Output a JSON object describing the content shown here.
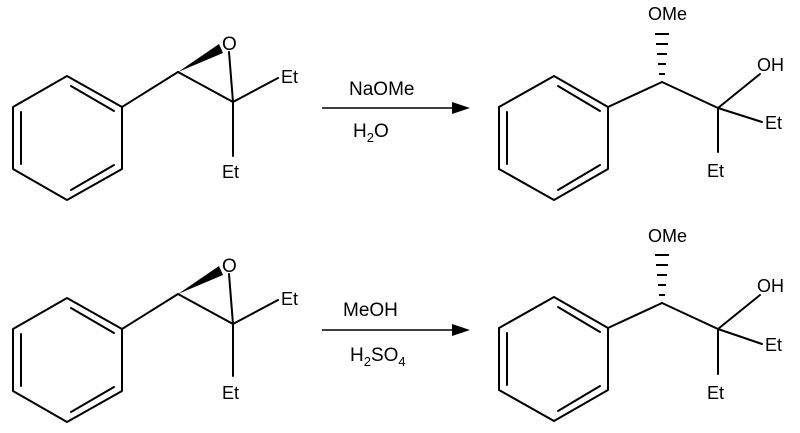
{
  "reactions": [
    {
      "reactant": {
        "oxygen": "O",
        "sub_top": "Et",
        "sub_bottom": "Et"
      },
      "reagent_top": "NaOMe",
      "reagent_bottom": {
        "part1": "H",
        "sub1": "2",
        "part2": "O"
      },
      "product": {
        "ether": "OMe",
        "hydroxyl": "OH",
        "sub_right": "Et",
        "sub_bottom": "Et"
      }
    },
    {
      "reactant": {
        "oxygen": "O",
        "sub_top": "Et",
        "sub_bottom": "Et"
      },
      "reagent_top": "MeOH",
      "reagent_bottom": {
        "part1": "H",
        "sub1": "2",
        "part2": "SO",
        "sub2": "4"
      },
      "product": {
        "ether": "OMe",
        "hydroxyl": "OH",
        "sub_right": "Et",
        "sub_bottom": "Et"
      }
    }
  ]
}
